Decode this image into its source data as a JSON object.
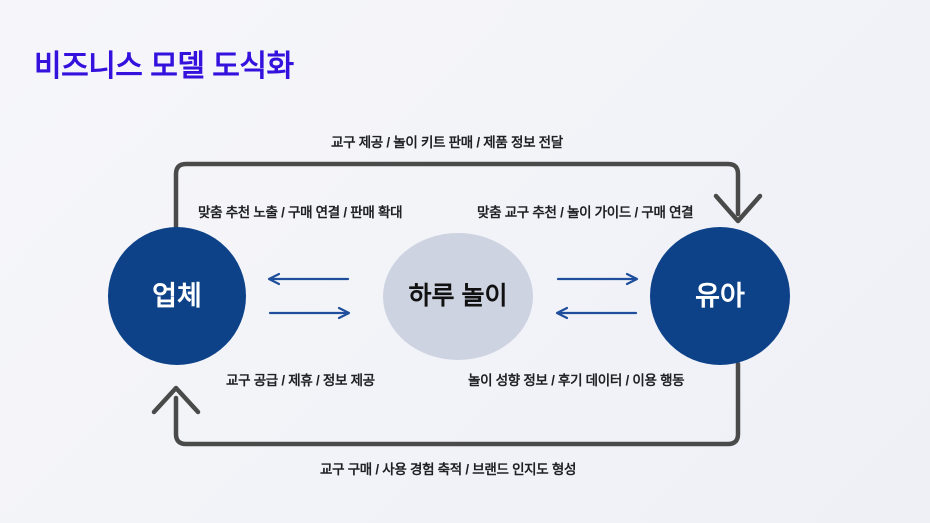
{
  "slide": {
    "title": "비즈니스 모델 도식화",
    "background_color": "#f3f4f9",
    "title_color": "#3411dd"
  },
  "nodes": [
    {
      "id": "company",
      "label": "업체",
      "fill": "#0d4289",
      "text_color": "#ffffff"
    },
    {
      "id": "platform",
      "label": "하루 놀이",
      "fill": "#ced3e1",
      "text_color": "#111111"
    },
    {
      "id": "child",
      "label": "유아",
      "fill": "#0d4289",
      "text_color": "#ffffff"
    }
  ],
  "edge_labels": {
    "top": "교구 제공 / 놀이 키트 판매 / 제품 정보 전달",
    "upper_left": "맞춤 추천 노출 / 구매 연결 / 판매 확대",
    "upper_right": "맞춤 교구 추천 / 놀이 가이드 / 구매 연결",
    "lower_left": "교구 공급 / 제휴 / 정보 제공",
    "lower_right": "놀이 성향 정보 / 후기 데이터 / 이용 행동",
    "bottom": "교구 구매 / 사용 경험 축적 / 브랜드 인지도 형성"
  },
  "arrows": {
    "loop_color": "#4a4a4a",
    "inner_color": "#1f4e9c",
    "outer_top": {
      "name": "company-to-child-arrow",
      "direction": "left-to-right",
      "head": "down"
    },
    "outer_bottom": {
      "name": "child-to-company-arrow",
      "direction": "right-to-left",
      "head": "up"
    },
    "inner": [
      {
        "name": "platform-to-company-arrow",
        "direction": "left"
      },
      {
        "name": "company-to-platform-arrow",
        "direction": "right"
      },
      {
        "name": "platform-to-child-arrow",
        "direction": "right"
      },
      {
        "name": "child-to-platform-arrow",
        "direction": "left"
      }
    ]
  }
}
